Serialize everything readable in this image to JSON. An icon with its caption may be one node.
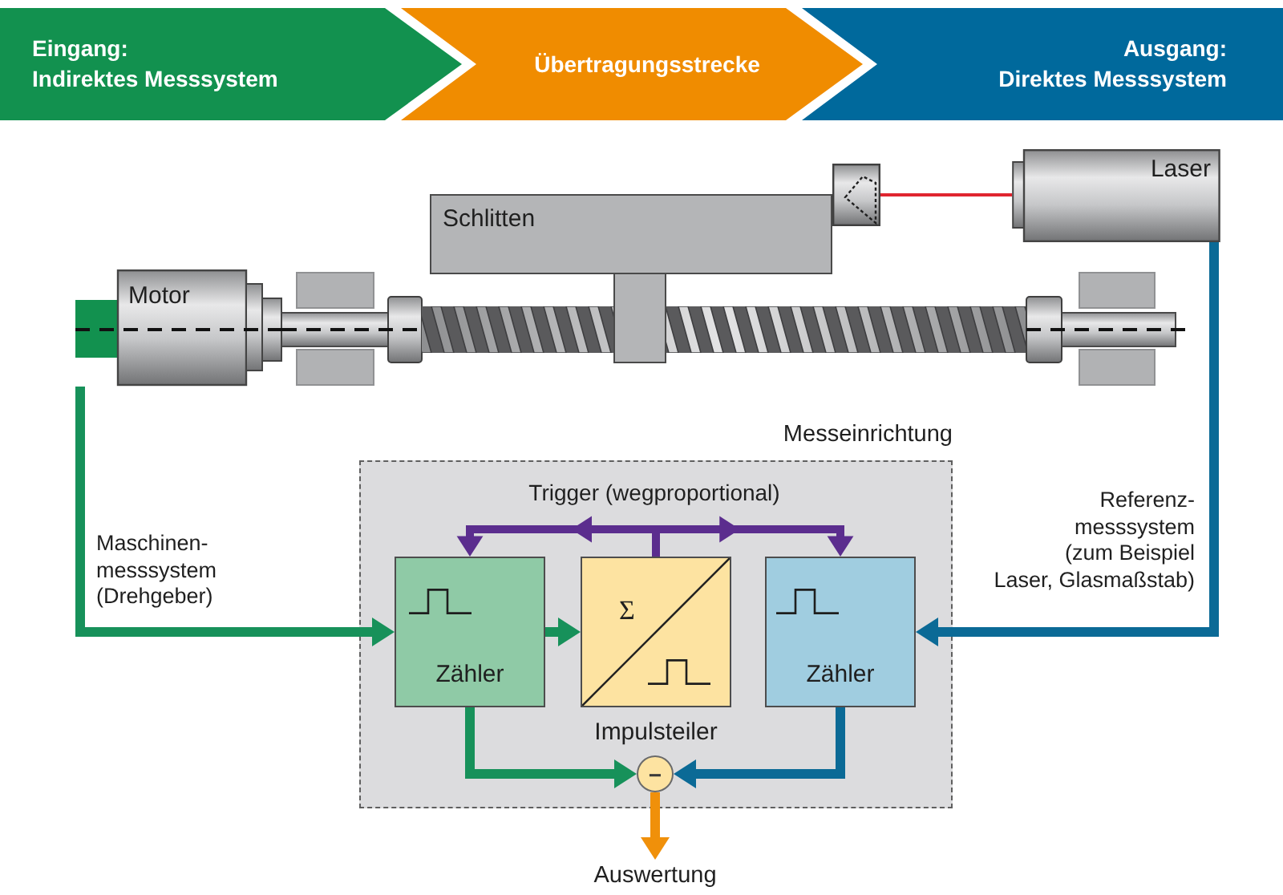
{
  "diagram": {
    "nodes": [
      {
        "text": [
          "Eingang:",
          "Indirektes Messsystem"
        ]
      },
      {
        "text": [
          "Übertragungsstrecke"
        ]
      },
      {
        "text": [
          "Ausgang:",
          "Direktes Messsystem"
        ]
      },
      {
        "text": [
          "Motor"
        ]
      },
      {
        "text": [
          "Schlitten"
        ]
      },
      {
        "text": [
          "Laser"
        ]
      },
      {
        "text": [],
        "shape": "box"
      },
      {
        "text": [
          "Messeinrichtung"
        ]
      },
      {
        "text": [
          "Zähler"
        ],
        "in": 7
      },
      {
        "text": [
          "Σ"
        ],
        "in": 7,
        "beside": [
          "Impulsteiler"
        ]
      },
      {
        "text": [
          "Zähler"
        ],
        "in": 7
      },
      {
        "text": [
          "−"
        ],
        "in": 7
      },
      {
        "text": [
          "Auswertung"
        ]
      }
    ],
    "edges": [
      {
        "from": 3,
        "to": 8,
        "arrow": "to",
        "label": "Maschinen- messsystem (Drehgeber)",
        "color": "#17915a"
      },
      {
        "from": 5,
        "to": 10,
        "arrow": "to",
        "label": "Referenz- messsystem (zum Beispiel Laser, Glasmaßstab)",
        "color": "#0b6a96"
      },
      {
        "from": 8,
        "to": 9,
        "arrow": "to",
        "color": "#17915a"
      },
      {
        "from": 9,
        "to": 8,
        "arrow": "to",
        "color": "#5b2d8e"
      },
      {
        "from": 9,
        "to": 10,
        "arrow": "to",
        "color": "#5b2d8e"
      },
      {
        "from": 8,
        "to": 11,
        "arrow": "to",
        "color": "#17915a"
      },
      {
        "from": 10,
        "to": 11,
        "arrow": "to",
        "color": "#0b6a96"
      },
      {
        "from": 11,
        "to": 12,
        "arrow": "to",
        "color": "#f0900a"
      },
      {
        "from": 5,
        "to": 6,
        "arrow": "none",
        "color": "#e0252f"
      }
    ],
    "labels": [
      "Trigger (wegproportional)"
    ]
  }
}
